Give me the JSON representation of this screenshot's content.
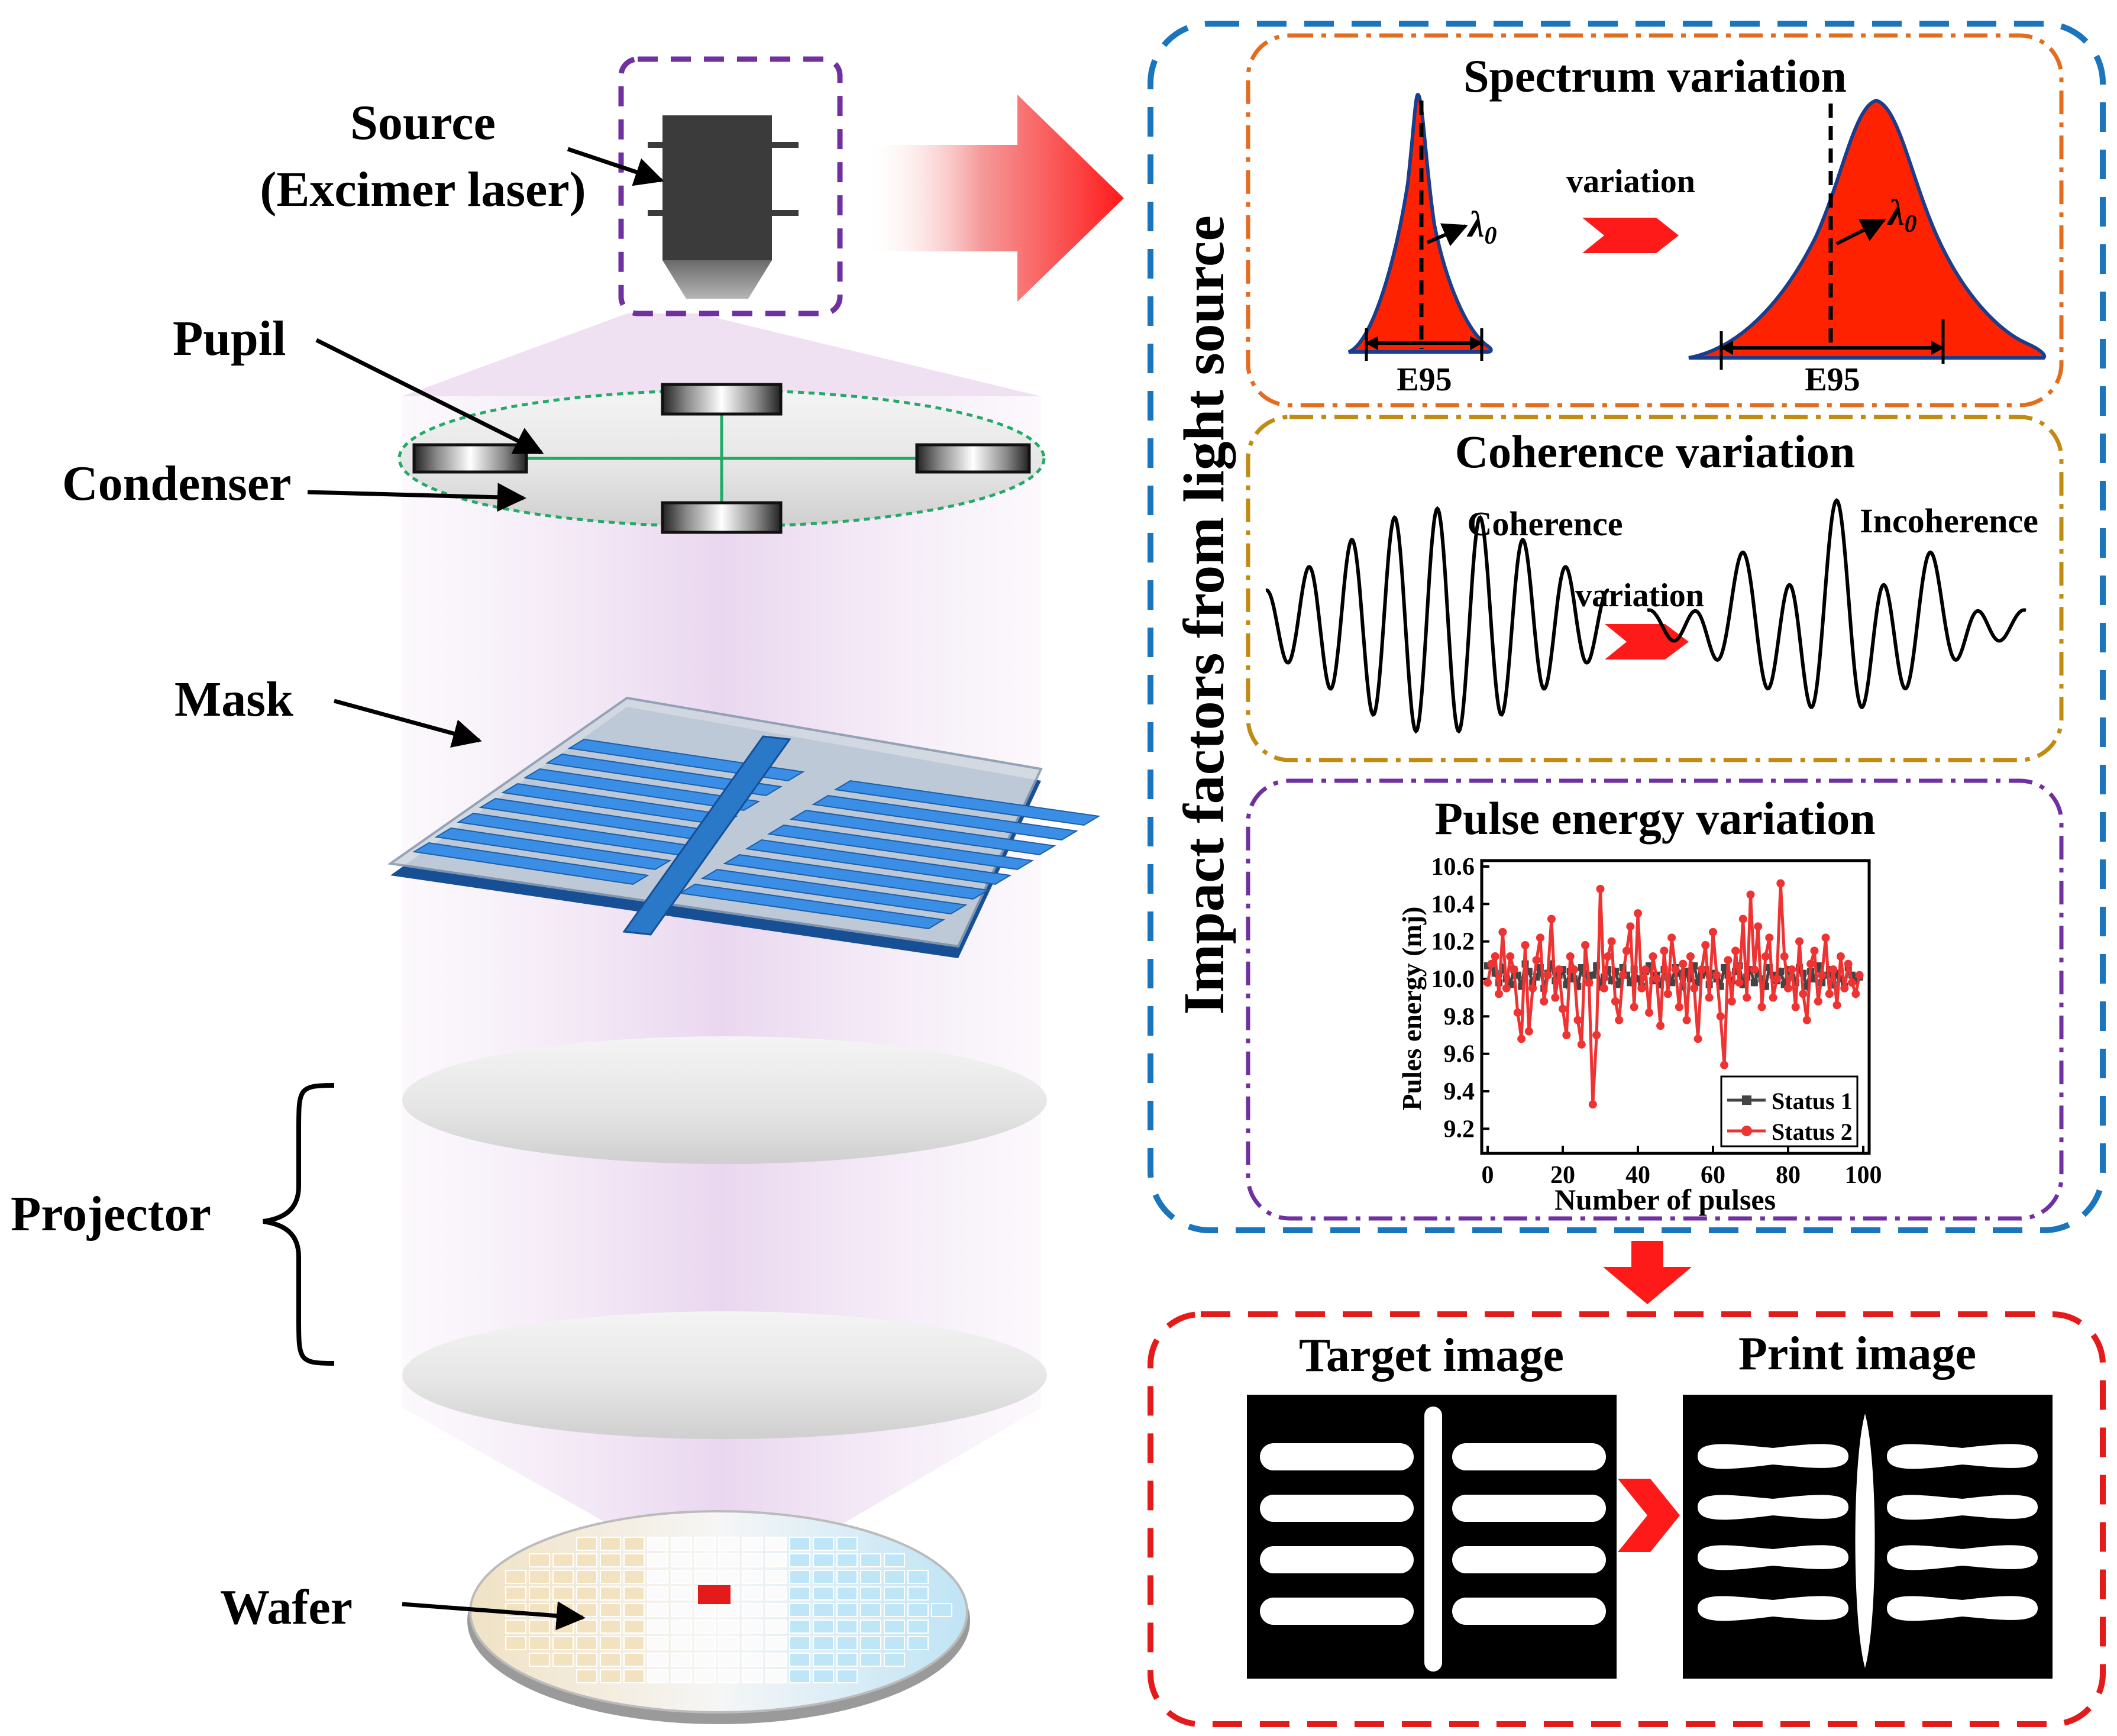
{
  "left_system": {
    "source_label_line1": "Source",
    "source_label_line2": "(Excimer laser)",
    "pupil_label": "Pupil",
    "condenser_label": "Condenser",
    "mask_label": "Mask",
    "projector_label": "Projector",
    "wafer_label": "Wafer"
  },
  "impact_panel": {
    "vertical_title": "Impact factors from light source",
    "spectrum": {
      "title": "Spectrum variation",
      "arrow_label": "variation",
      "lambda_label": "λ",
      "lambda_sub": "0",
      "width_label": "E95"
    },
    "coherence": {
      "title": "Coherence variation",
      "arrow_label": "variation",
      "left_label": "Coherence",
      "right_label": "Incoherence"
    },
    "pulse": {
      "title": "Pulse energy variation"
    }
  },
  "output_panel": {
    "target_title": "Target image",
    "print_title": "Print image"
  },
  "colors": {
    "outer_blue": "#1b75bc",
    "spectrum_orange": "#e36c1f",
    "coherence_gold": "#c08b10",
    "pulse_purple": "#7030a0",
    "output_red": "#e31b1b",
    "status1": "#444444",
    "status2": "#ee3333"
  },
  "chart_data": {
    "type": "line",
    "title": "",
    "xlabel": "Number of pulses",
    "ylabel": "Pules energy (mj)",
    "xlim": [
      0,
      100
    ],
    "ylim": [
      9.1,
      10.6
    ],
    "xticks": [
      0,
      20,
      40,
      60,
      80,
      100
    ],
    "yticks": [
      9.2,
      9.4,
      9.6,
      9.8,
      10.0,
      10.2,
      10.4,
      10.6
    ],
    "legend_position": "bottom-right",
    "series": [
      {
        "name": "Status 1",
        "marker": "square",
        "color": "#444444",
        "x": [
          0,
          1,
          2,
          3,
          4,
          5,
          6,
          7,
          8,
          9,
          10,
          11,
          12,
          13,
          14,
          15,
          16,
          17,
          18,
          19,
          20,
          21,
          22,
          23,
          24,
          25,
          26,
          27,
          28,
          29,
          30,
          31,
          32,
          33,
          34,
          35,
          36,
          37,
          38,
          39,
          40,
          41,
          42,
          43,
          44,
          45,
          46,
          47,
          48,
          49,
          50,
          51,
          52,
          53,
          54,
          55,
          56,
          57,
          58,
          59,
          60,
          61,
          62,
          63,
          64,
          65,
          66,
          67,
          68,
          69,
          70,
          71,
          72,
          73,
          74,
          75,
          76,
          77,
          78,
          79,
          80,
          81,
          82,
          83,
          84,
          85,
          86,
          87,
          88,
          89,
          90,
          91,
          92,
          93,
          94,
          95,
          96,
          97,
          98,
          99
        ],
        "values": [
          10.07,
          10.07,
          10.03,
          9.98,
          10.06,
          10.0,
          9.97,
          10.05,
          10.02,
          9.96,
          10.08,
          10.04,
          9.98,
          10.01,
          10.06,
          9.95,
          10.03,
          10.08,
          9.99,
          10.02,
          10.05,
          9.97,
          10.04,
          10.0,
          9.96,
          10.06,
          10.03,
          9.98,
          10.02,
          10.07,
          9.96,
          10.01,
          10.05,
          9.99,
          10.04,
          9.97,
          10.06,
          10.02,
          9.98,
          10.05,
          10.0,
          9.96,
          10.04,
          10.07,
          9.99,
          10.02,
          9.97,
          10.05,
          10.01,
          9.98,
          10.06,
          10.03,
          9.96,
          10.04,
          10.0,
          10.07,
          9.98,
          10.02,
          10.05,
          9.97,
          10.03,
          10.0,
          9.96,
          10.06,
          10.02,
          9.99,
          10.04,
          10.07,
          9.97,
          10.01,
          10.05,
          9.98,
          10.03,
          10.0,
          9.96,
          10.06,
          10.02,
          9.99,
          10.04,
          9.97,
          10.05,
          10.01,
          9.98,
          10.06,
          10.03,
          9.96,
          10.04,
          10.0,
          10.07,
          9.98,
          10.02,
          10.05,
          9.97,
          10.03,
          10.0,
          9.96,
          10.06,
          10.02,
          9.99,
          10.01
        ]
      },
      {
        "name": "Status 2",
        "marker": "circle",
        "color": "#ee3333",
        "x": [
          0,
          1,
          2,
          3,
          4,
          5,
          6,
          7,
          8,
          9,
          10,
          11,
          12,
          13,
          14,
          15,
          16,
          17,
          18,
          19,
          20,
          21,
          22,
          23,
          24,
          25,
          26,
          27,
          28,
          29,
          30,
          31,
          32,
          33,
          34,
          35,
          36,
          37,
          38,
          39,
          40,
          41,
          42,
          43,
          44,
          45,
          46,
          47,
          48,
          49,
          50,
          51,
          52,
          53,
          54,
          55,
          56,
          57,
          58,
          59,
          60,
          61,
          62,
          63,
          64,
          65,
          66,
          67,
          68,
          69,
          70,
          71,
          72,
          73,
          74,
          75,
          76,
          77,
          78,
          79,
          80,
          81,
          82,
          83,
          84,
          85,
          86,
          87,
          88,
          89,
          90,
          91,
          92,
          93,
          94,
          95,
          96,
          97,
          98,
          99
        ],
        "values": [
          9.98,
          10.08,
          10.12,
          9.92,
          10.25,
          9.95,
          10.12,
          10.05,
          9.82,
          9.68,
          10.18,
          9.72,
          9.95,
          10.1,
          10.22,
          9.88,
          10.02,
          10.32,
          9.9,
          10.05,
          9.84,
          9.7,
          10.12,
          10.05,
          9.78,
          9.65,
          10.18,
          9.98,
          9.33,
          9.7,
          10.48,
          9.95,
          10.12,
          10.2,
          9.88,
          9.78,
          10.02,
          10.15,
          10.28,
          9.85,
          10.35,
          9.95,
          10.05,
          9.82,
          10.12,
          10.0,
          9.75,
          10.15,
          9.92,
          10.22,
          10.05,
          9.85,
          10.08,
          9.78,
          10.12,
          9.95,
          9.68,
          10.05,
          10.18,
          9.9,
          10.25,
          10.02,
          9.8,
          9.54,
          10.1,
          9.88,
          10.15,
          9.98,
          10.32,
          9.9,
          10.45,
          10.05,
          10.28,
          9.85,
          10.12,
          10.22,
          9.9,
          10.0,
          10.51,
          10.12,
          9.95,
          10.05,
          9.85,
          10.2,
          9.92,
          9.78,
          10.08,
          10.15,
          9.88,
          10.02,
          10.22,
          9.92,
          10.05,
          9.86,
          10.12,
          9.95,
          10.08,
          9.98,
          9.92,
          10.02
        ]
      }
    ]
  }
}
